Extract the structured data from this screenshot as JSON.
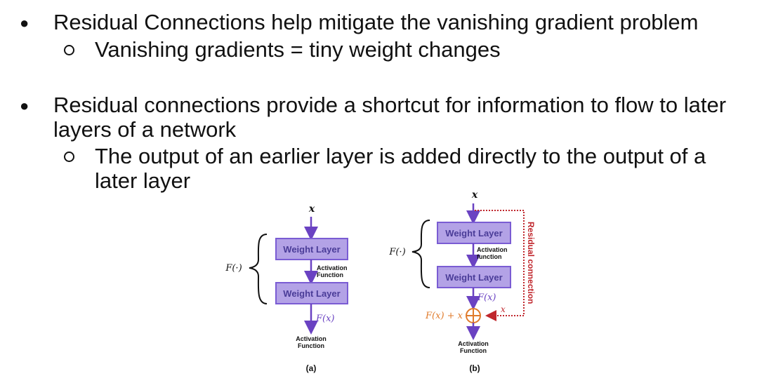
{
  "bullets": {
    "b1": "Residual Connections help mitigate the vanishing gradient problem",
    "b1_sub": "Vanishing gradients = tiny weight changes",
    "b2_line1": "Residual connections provide a shortcut for information to flow to later",
    "b2_line2": "layers of a network",
    "b2_sub_line1": "The output of an earlier layer is added directly to the output of a",
    "b2_sub_line2": "later layer"
  },
  "diagram_a": {
    "input": "x",
    "func": "F(·)",
    "layer1": "Weight Layer",
    "activation_mid_1": "Activation",
    "activation_mid_2": "Function",
    "layer2": "Weight Layer",
    "fx": "F(x)",
    "activation_out_1": "Activation",
    "activation_out_2": "Function",
    "caption": "(a)"
  },
  "diagram_b": {
    "input": "x",
    "func": "F(·)",
    "layer1": "Weight Layer",
    "activation_mid_1": "Activation",
    "activation_mid_2": "function",
    "layer2": "Weight Layer",
    "fx": "F(x)",
    "sum_label": "F(x) + x",
    "skip_x": "x",
    "residual_label": "Residual connection",
    "activation_out_1": "Activation",
    "activation_out_2": "Function",
    "caption": "(b)"
  },
  "colors": {
    "box_fill": "#b3a2e6",
    "box_stroke": "#7a5cd3",
    "arrow": "#6a42c2",
    "residual": "#c0272d",
    "sum": "#e07a2a"
  }
}
